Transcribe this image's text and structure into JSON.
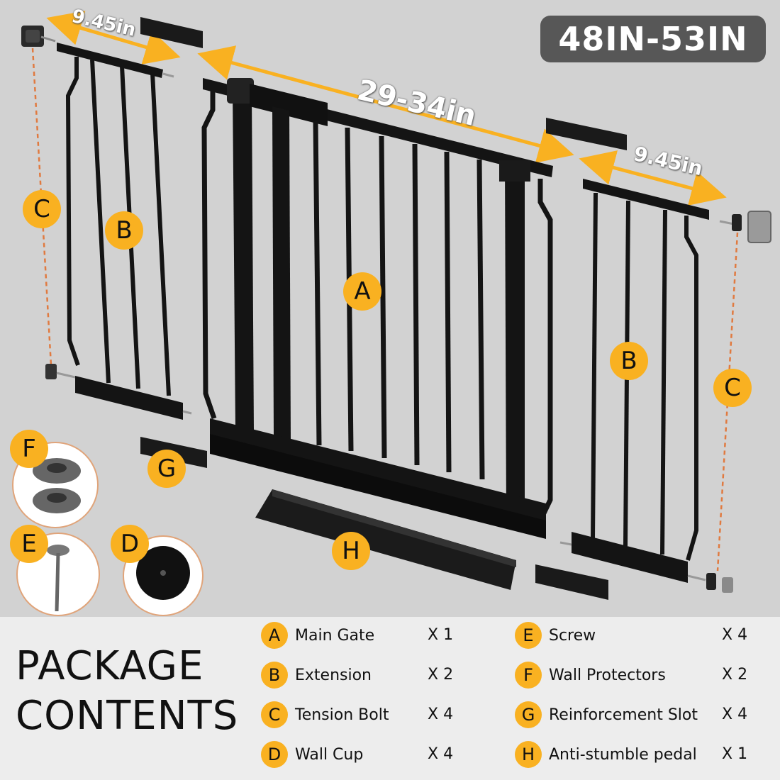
{
  "size_range": "48IN-53IN",
  "dimensions": {
    "left_extension": "9.45in",
    "main_gate": "29-34in",
    "right_extension": "9.45in"
  },
  "callouts": {
    "gate": "A",
    "ext_left": "B",
    "ext_right": "B",
    "bolt_left": "C",
    "bolt_right": "C",
    "wall_cup": "D",
    "screw": "E",
    "protectors": "F",
    "slot": "G",
    "pedal": "H"
  },
  "package": {
    "title_line1": "PACKAGE",
    "title_line2": "CONTENTS",
    "items": [
      {
        "letter": "A",
        "name": "Main Gate",
        "qty": "X 1"
      },
      {
        "letter": "B",
        "name": "Extension",
        "qty": "X 2"
      },
      {
        "letter": "C",
        "name": "Tension Bolt",
        "qty": "X 4"
      },
      {
        "letter": "D",
        "name": "Wall Cup",
        "qty": "X 4"
      },
      {
        "letter": "E",
        "name": "Screw",
        "qty": "X 4"
      },
      {
        "letter": "F",
        "name": "Wall Protectors",
        "qty": "X 2"
      },
      {
        "letter": "G",
        "name": "Reinforcement Slot",
        "qty": "X 4"
      },
      {
        "letter": "H",
        "name": "Anti-stumble pedal",
        "qty": "X 1"
      }
    ]
  },
  "colors": {
    "background": "#d2d2d2",
    "accent": "#f9b121",
    "badge_bg": "#575757",
    "panel": "#ededed",
    "metal": "#141414"
  }
}
